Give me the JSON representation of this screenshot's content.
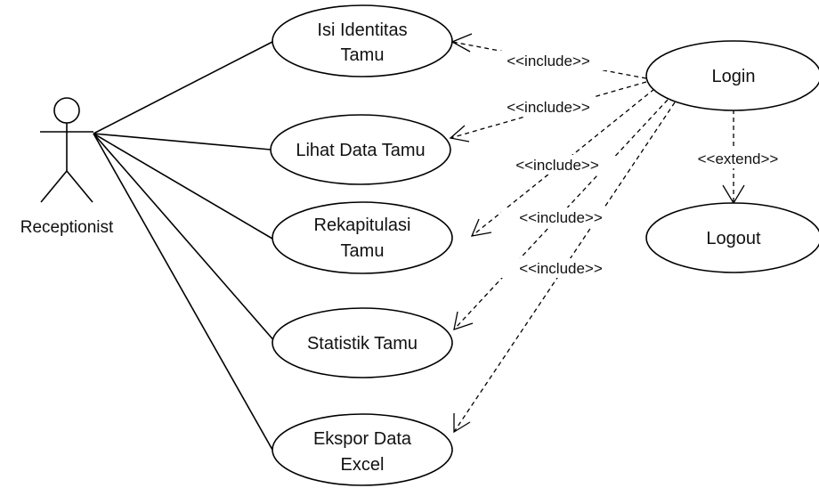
{
  "actor": {
    "name": "Receptionist"
  },
  "use_cases": {
    "isi_identitas": {
      "line1": "Isi Identitas",
      "line2": "Tamu"
    },
    "lihat_data": {
      "line1": "Lihat Data Tamu"
    },
    "rekapitulasi": {
      "line1": "Rekapitulasi",
      "line2": "Tamu"
    },
    "statistik": {
      "line1": "Statistik Tamu"
    },
    "ekspor": {
      "line1": "Ekspor Data",
      "line2": "Excel"
    },
    "login": {
      "line1": "Login"
    },
    "logout": {
      "line1": "Logout"
    }
  },
  "relations": {
    "include_1": "<<include>>",
    "include_2": "<<include>>",
    "include_3": "<<include>>",
    "include_4": "<<include>>",
    "include_5": "<<include>>",
    "extend": "<<extend>>"
  }
}
